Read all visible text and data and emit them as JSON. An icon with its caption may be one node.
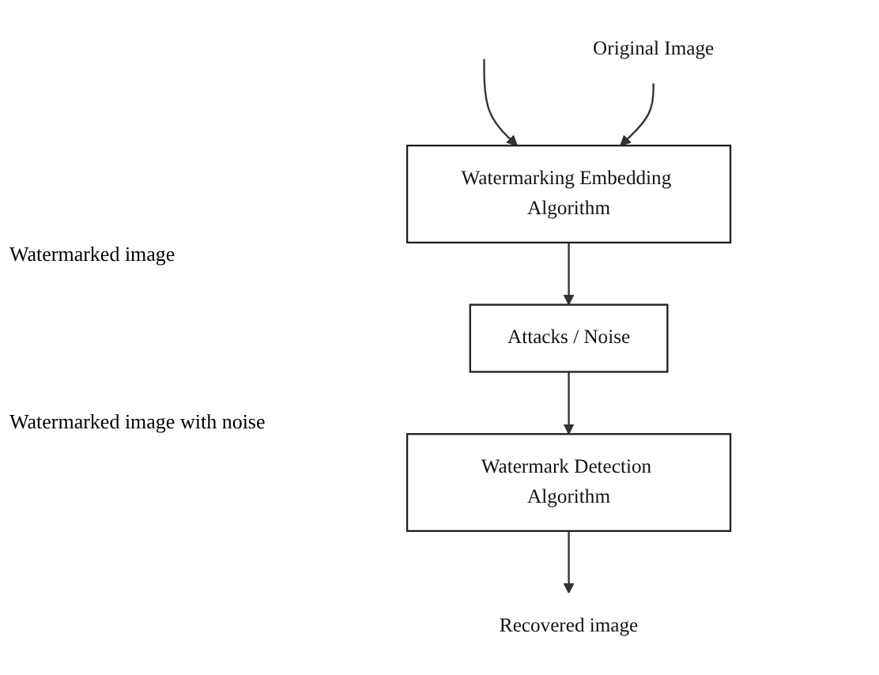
{
  "diagram": {
    "nodes": [
      {
        "text": [
          "Original Image"
        ]
      },
      {
        "text": [
          "Watermarking Embedding Algorithm"
        ]
      },
      {
        "text": [
          "Attacks / Noise"
        ]
      },
      {
        "text": [
          "Watermark Detection Algorithm"
        ]
      },
      {
        "text": [
          "Recovered image"
        ]
      }
    ],
    "edges": [
      {
        "from": null,
        "to": 1,
        "arrow": "to"
      },
      {
        "from": 0,
        "to": 1,
        "arrow": "to"
      },
      {
        "from": 1,
        "to": 2,
        "arrow": "to"
      },
      {
        "from": 2,
        "to": 3,
        "arrow": "to"
      },
      {
        "from": 3,
        "to": 4,
        "arrow": "to"
      }
    ],
    "labels": [
      "Watermarked image",
      "Watermarked image with noise"
    ]
  }
}
